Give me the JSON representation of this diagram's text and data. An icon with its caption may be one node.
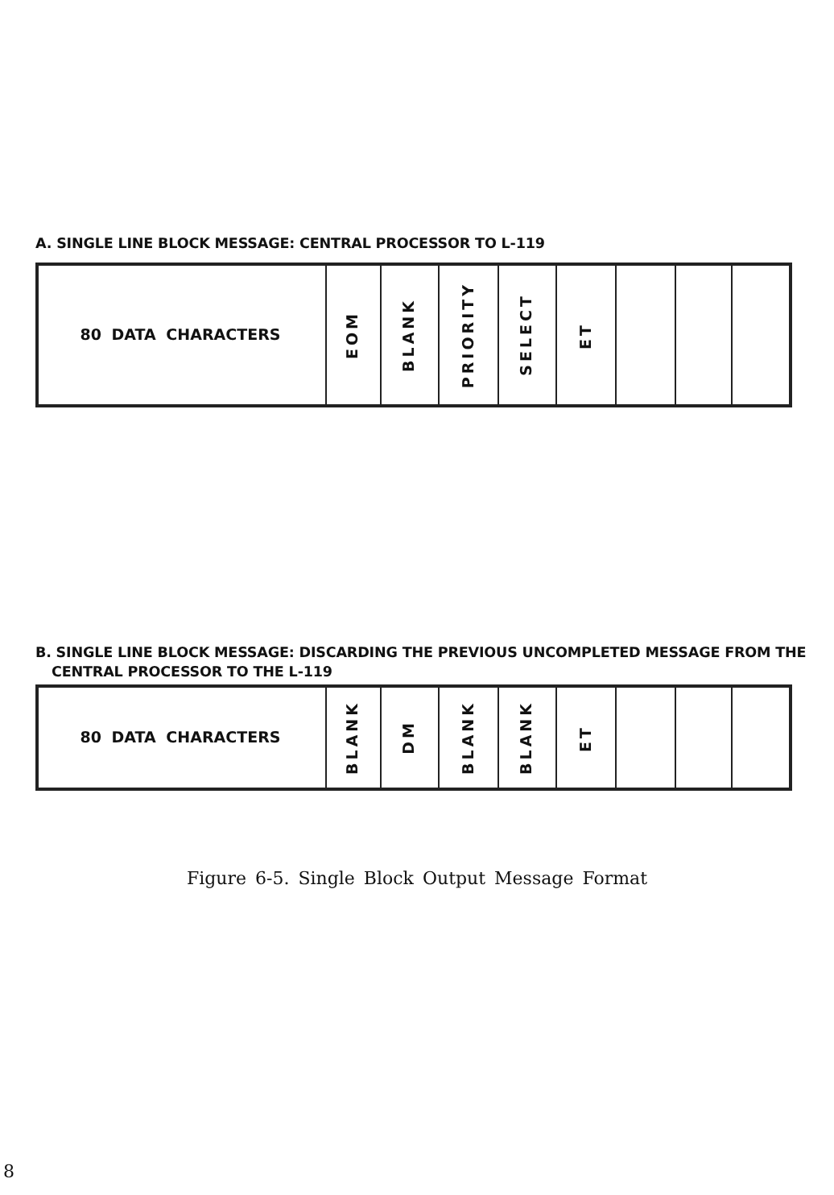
{
  "diagram": {
    "caption": "Figure 6-5. Single Block Output Message Format",
    "nodes": [
      {
        "text": [
          "A. SINGLE LINE BLOCK MESSAGE: CENTRAL PROCESSOR TO L-119"
        ]
      },
      {
        "text": [
          "80 DATA CHARACTERS"
        ],
        "in": 0
      },
      {
        "text": [
          "EOM"
        ],
        "in": 0
      },
      {
        "text": [
          "BLANK"
        ],
        "in": 0
      },
      {
        "text": [
          "PRIORITY"
        ],
        "in": 0
      },
      {
        "text": [
          "SELECT"
        ],
        "in": 0
      },
      {
        "text": [
          "ET"
        ],
        "in": 0
      },
      {
        "text": [],
        "shape": "box",
        "in": 0
      },
      {
        "text": [],
        "shape": "box",
        "in": 0
      },
      {
        "text": [],
        "shape": "box",
        "in": 0
      },
      {
        "text": [
          "B. SINGLE LINE BLOCK MESSAGE: DISCARDING THE PREVIOUS UNCOMPLETED MESSAGE FROM THE CENTRAL PROCESSOR TO THE L-119"
        ]
      },
      {
        "text": [
          "80 DATA CHARACTERS"
        ],
        "in": 10
      },
      {
        "text": [
          "BLANK"
        ],
        "in": 10
      },
      {
        "text": [
          "DM"
        ],
        "in": 10
      },
      {
        "text": [
          "BLANK"
        ],
        "in": 10
      },
      {
        "text": [
          "BLANK"
        ],
        "in": 10
      },
      {
        "text": [
          "ET"
        ],
        "in": 10
      },
      {
        "text": [],
        "shape": "box",
        "in": 10
      },
      {
        "text": [],
        "shape": "box",
        "in": 10
      },
      {
        "text": [],
        "shape": "box",
        "in": 10
      }
    ],
    "edges": [],
    "labels": [
      "8"
    ]
  }
}
